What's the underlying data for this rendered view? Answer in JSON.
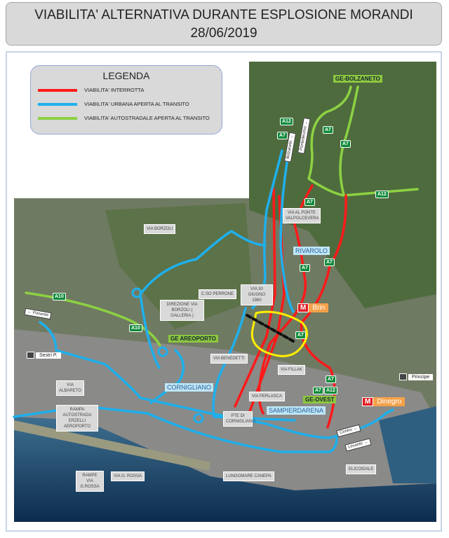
{
  "title": {
    "line1": "VIABILITA' ALTERNATIVA DURANTE ESPLOSIONE MORANDI",
    "line2": "28/06/2019"
  },
  "legend": {
    "heading": "LEGENDA",
    "items": [
      {
        "label": "VIABILITA' INTERROTTA",
        "color": "#ff1a1a"
      },
      {
        "label": "VIABILITA' URBANA APERTA AL TRANSITO",
        "color": "#1fb0ec"
      },
      {
        "label": "VIABILITA' AUTOSTRADALE APERTA AL TRANSITO",
        "color": "#8dd143"
      }
    ]
  },
  "labels": {
    "via_borzoli": "VIA BORZOLI",
    "via_ponte": "VIA AL PONTE VALPOLCEVERA",
    "cso_perrone": "C.SO PERRONE",
    "via_30_giugno": "VIA 30 GIUGNO 1960",
    "direzione": "DIREZIONE VIA BORZOLI ( GALLERIA )",
    "via_benedetti": "VIA BENEDETTI",
    "via_fillak": "VIA FILLAK",
    "via_perlasca": "VIA PERLASCA",
    "via_albareto": "VIA ALBARETO",
    "rampa_erzelli": "RAMPA AUTOSTRADA ERZELLI AEROPORTO",
    "pte_cornigliano": "PTE DI CORNIGLIANO",
    "rampe_grossa": "RAMPE VIA G.ROSSA",
    "via_grossa": "VIA G. ROSSA",
    "lungomare": "LUNGOMARE CANEPA",
    "elicoidale": "ELICOIDALE"
  },
  "areas": {
    "rivarolo": "RIVAROLO",
    "cornigliano": "CORNIGLIANO",
    "sampierdarena": "SAMPIERDARENA"
  },
  "exits": {
    "bolzaneto": "GE-BOLZANETO",
    "aeroporto": "GE AREOPORTO",
    "ovest": "GE-OVEST"
  },
  "shields": {
    "a7": "A7",
    "a10": "A10",
    "a12": "A12"
  },
  "metro": {
    "m": "M",
    "brin": "Brin",
    "dinegro": "Dinegro"
  },
  "stations": {
    "sestri": "Sestri P.",
    "principe": "Principe"
  },
  "directions": {
    "ponente": "Ponente",
    "bolzaneto": "Bolzaneto",
    "pontedecimo": "Pontedecimo",
    "centro": "Centro",
    "levante": "Levante"
  },
  "colors": {
    "red": "#ff1a1a",
    "blue": "#1fb0ec",
    "green": "#8dd143",
    "highlight": "#ffee00"
  }
}
